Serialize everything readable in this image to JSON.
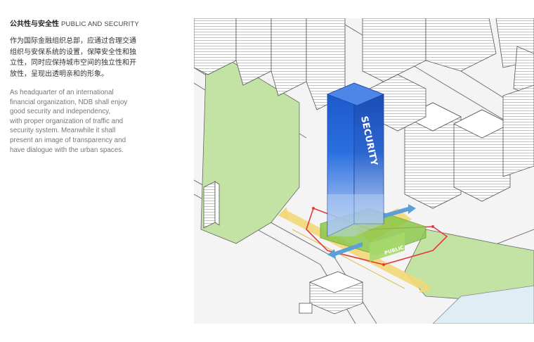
{
  "heading": {
    "zh": "公共性与安全性",
    "en": "PUBLIC AND SECURITY"
  },
  "paragraph_zh": {
    "line1": "作为国际金融组织总部，应通过合理交通",
    "line2": "组织与安保系统的设置，保障安全性和独",
    "line3": "立性，同时应保持城市空间的独立性和开",
    "line4": "放性，呈现出透明亲和的形象。"
  },
  "paragraph_en": {
    "line1": "As headquarter of an international",
    "line2": "financial organization, NDB shall enjoy",
    "line3": "good security and independency,",
    "line4": "with proper organization of traffic and",
    "line5": "security system. Meanwhile it shall",
    "line6": "present an image of transparency and",
    "line7": "have dialogue with the urban spaces."
  },
  "diagram": {
    "tower_label": "SECURITY",
    "podium_label": "PUBLIC",
    "colors": {
      "tower_blue": "#1f63d6",
      "tower_light": "#8fb3f0",
      "plaza_green": "#8cc84b",
      "park_green": "#c3e3a4",
      "road_yellow": "#f2d877",
      "arrow_blue": "#5b9fd8",
      "boundary_red": "#e23b3b",
      "water": "#dfeef5"
    }
  }
}
